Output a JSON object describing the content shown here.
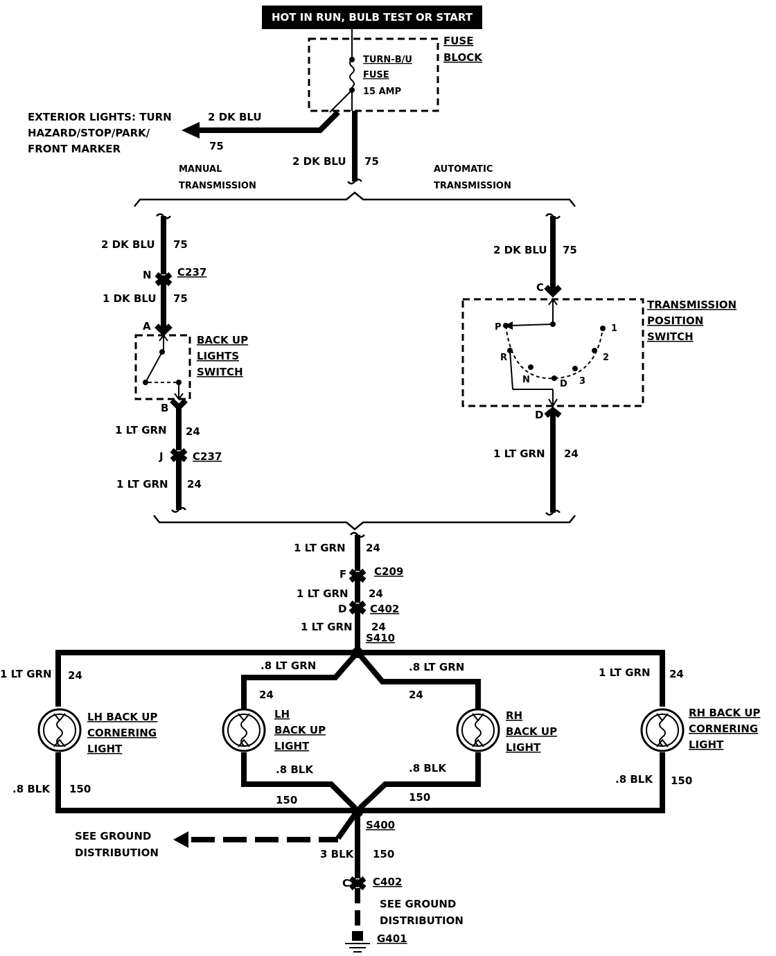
{
  "header": "HOT IN RUN, BULB TEST OR START",
  "fuse_block": {
    "title1": "FUSE",
    "title2": "BLOCK",
    "fuse_name1": "TURN-B/U",
    "fuse_name2": "FUSE",
    "rating": "15 AMP"
  },
  "exterior": {
    "line1": "EXTERIOR LIGHTS:  TURN",
    "line2": "HAZARD/STOP/PARK/",
    "line3": "FRONT MARKER",
    "wire": "2 DK BLU",
    "circuit": "75"
  },
  "main_feed": {
    "wire": "2 DK BLU",
    "circuit": "75"
  },
  "branches": {
    "manual1": "MANUAL",
    "manual2": "TRANSMISSION",
    "auto1": "AUTOMATIC",
    "auto2": "TRANSMISSION"
  },
  "manual": {
    "wire_top": "2 DK BLU",
    "circuit_top": "75",
    "pin_n": "N",
    "conn": "C237",
    "wire_mid": "1 DK BLU",
    "circuit_mid": "75",
    "pin_a": "A",
    "pin_b": "B",
    "switch1": "BACK UP",
    "switch2": "LIGHTS",
    "switch3": "SWITCH",
    "wire_b": "1 LT GRN",
    "circuit_b": "24",
    "pin_j": "J",
    "conn2": "C237",
    "wire_low": "1 LT GRN",
    "circuit_low": "24"
  },
  "automatic": {
    "wire_top": "2 DK BLU",
    "circuit_top": "75",
    "pin_c": "C",
    "pin_d": "D",
    "switch1": "TRANSMISSION",
    "switch2": "POSITION",
    "switch3": "SWITCH",
    "positions": [
      "P",
      "R",
      "N",
      "D",
      "3",
      "2",
      "1"
    ],
    "wire_low": "1 LT GRN",
    "circuit_low": "24"
  },
  "trunk": {
    "wire1": "1 LT GRN",
    "circuit1": "24",
    "pin_f": "F",
    "conn_f": "C209",
    "wire2": "1 LT GRN",
    "circuit2": "24",
    "pin_d": "D",
    "conn_d": "C402",
    "wire3": "1 LT GRN",
    "circuit3": "24",
    "splice": "S410"
  },
  "lamps": {
    "lh_corner": {
      "wire": "1 LT GRN",
      "circuit": "24",
      "name1": "LH BACK UP",
      "name2": "CORNERING",
      "name3": "LIGHT",
      "gnd": ".8 BLK",
      "gnd_circuit": "150"
    },
    "lh_backup": {
      "wire": ".8 LT GRN",
      "circuit": "24",
      "name1": "LH",
      "name2": "BACK UP",
      "name3": "LIGHT",
      "gnd": ".8 BLK",
      "gnd_circuit": "150"
    },
    "rh_backup": {
      "wire": ".8 LT GRN",
      "circuit": "24",
      "name1": "RH",
      "name2": "BACK UP",
      "name3": "LIGHT",
      "gnd": ".8 BLK",
      "gnd_circuit": "150"
    },
    "rh_corner": {
      "wire": "1 LT GRN",
      "circuit": "24",
      "name1": "RH BACK UP",
      "name2": "CORNERING",
      "name3": "LIGHT",
      "gnd": ".8 BLK",
      "gnd_circuit": "150"
    }
  },
  "ground": {
    "splice": "S400",
    "see1_a": "SEE GROUND",
    "see1_b": "DISTRIBUTION",
    "wire": "3 BLK",
    "circuit": "150",
    "pin_c": "C",
    "conn": "C402",
    "see2_a": "SEE GROUND",
    "see2_b": "DISTRIBUTION",
    "gnd": "G401"
  }
}
